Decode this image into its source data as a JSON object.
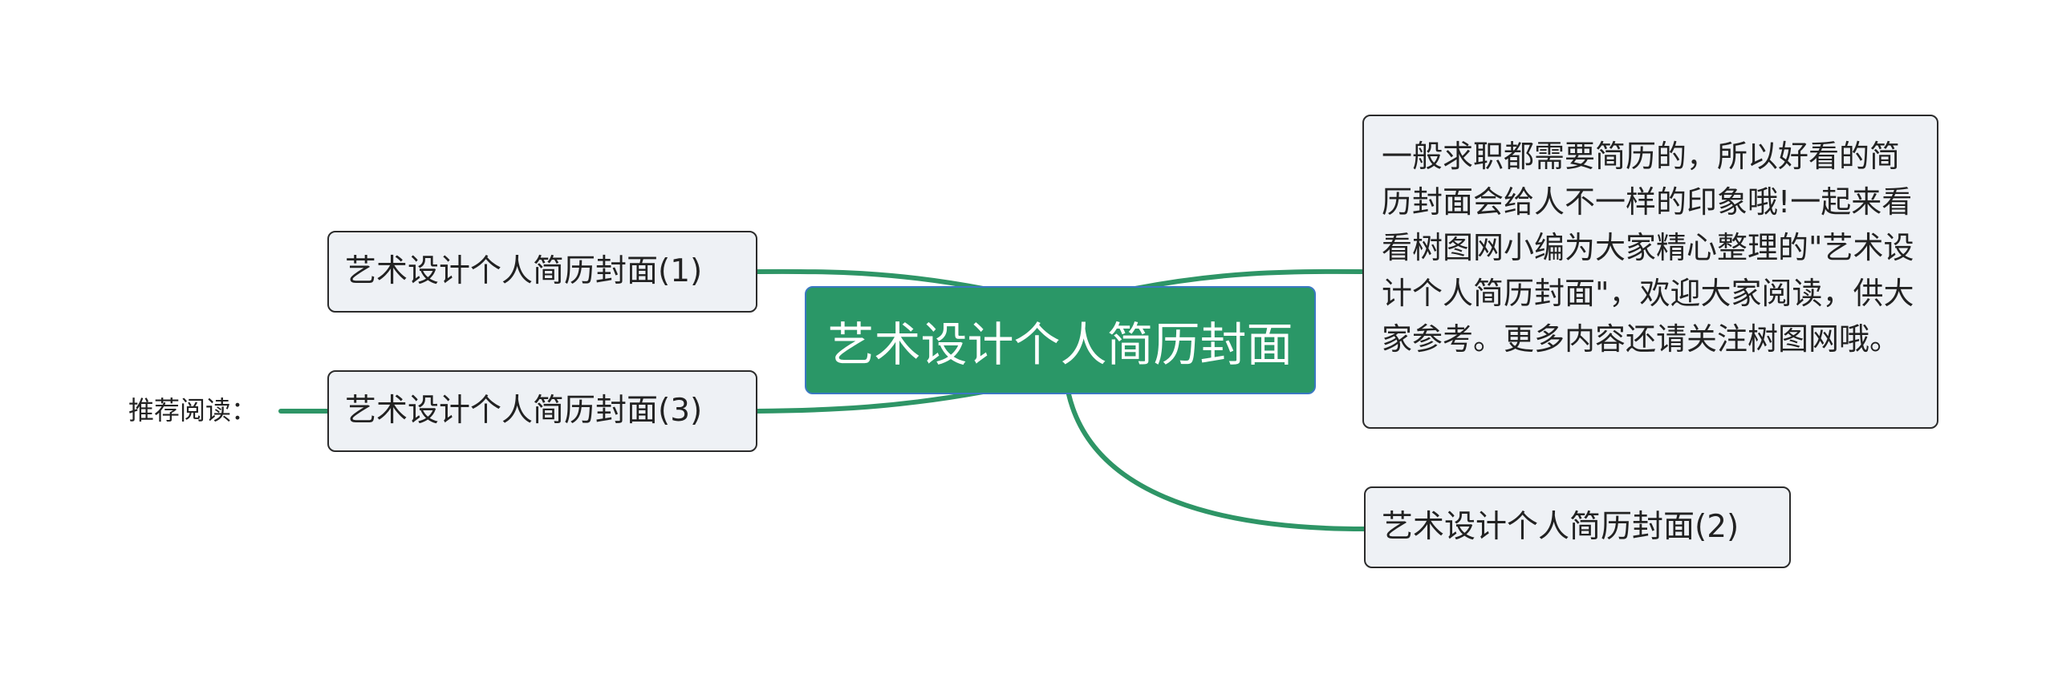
{
  "root": {
    "title": "艺术设计个人简历封面"
  },
  "topics": [
    {
      "id": "t1",
      "label": "艺术设计个人简历封面(1)"
    },
    {
      "id": "t3",
      "label": "艺术设计个人简历封面(3)"
    },
    {
      "id": "t2",
      "label": "艺术设计个人简历封面(2)"
    }
  ],
  "description": {
    "text": "一般求职都需要简历的，所以好看的简历封面会给人不一样的印象哦!一起来看看树图网小编为大家精心整理的\"艺术设计个人简历封面\"，欢迎大家阅读，供大家参考。更多内容还请关注树图网哦。"
  },
  "side_label": {
    "text": "推荐阅读："
  },
  "colors": {
    "root_fill": "#2a9767",
    "edge": "#2e9566",
    "node_fill": "#eef1f5",
    "node_border": "#2b2b2b"
  }
}
